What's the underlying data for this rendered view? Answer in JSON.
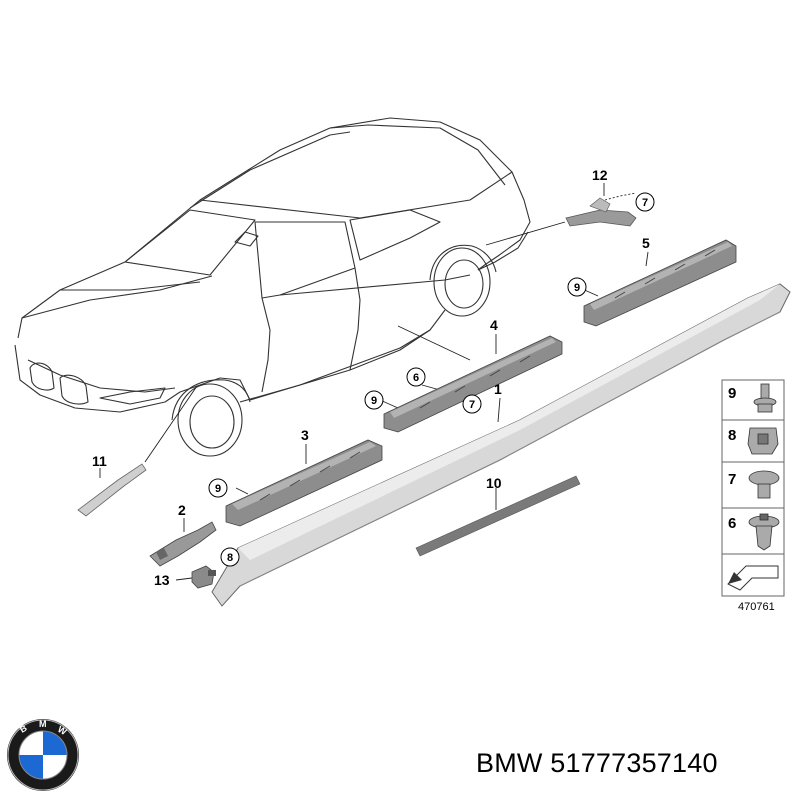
{
  "callouts": [
    "1",
    "2",
    "3",
    "4",
    "5",
    "6",
    "7",
    "8",
    "9",
    "10",
    "11",
    "12",
    "13"
  ],
  "circled_refs": {
    "ref_12_group": "7",
    "ref_5_group": "9",
    "ref_4_group_a": "9",
    "ref_4_group_b": "6",
    "ref_4_group_c": "7",
    "ref_3_group": "9",
    "ref_13_group": "8"
  },
  "legend": [
    {
      "number": "9",
      "icon": "push-pin-clip-icon"
    },
    {
      "number": "8",
      "icon": "clip-nut-icon"
    },
    {
      "number": "7",
      "icon": "expanding-rivet-icon"
    },
    {
      "number": "6",
      "icon": "screw-grommet-icon"
    }
  ],
  "diagram_code": "470761",
  "brand_logo": {
    "text": "BMW",
    "colors": {
      "ring": "#1a1a1a",
      "blue": "#1c69d4",
      "white": "#ffffff"
    }
  },
  "part_text": "BMW 51777357140"
}
